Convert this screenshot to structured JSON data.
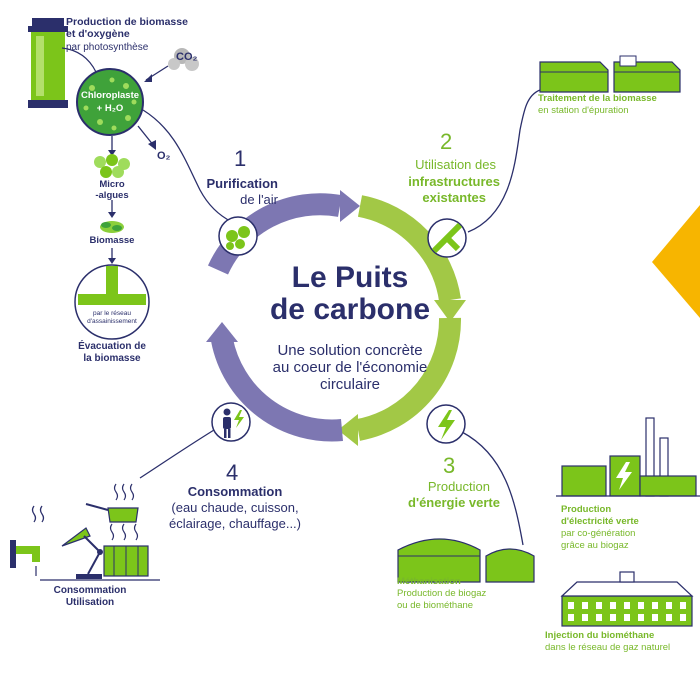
{
  "center": {
    "title_line1": "Le Puits",
    "title_line2": "de carbone",
    "subtitle_line1": "Une solution concrète",
    "subtitle_line2": "au coeur de l'économie",
    "subtitle_line3": "circulaire"
  },
  "steps": [
    {
      "number": "1",
      "title": "Purification",
      "subtitle": "de l'air"
    },
    {
      "number": "2",
      "line1": "Utilisation des",
      "line2": "infrastructures",
      "line3": "existantes"
    },
    {
      "number": "3",
      "line1": "Production",
      "line2": "d'énergie verte"
    },
    {
      "number": "4",
      "title": "Consommation",
      "line2": "(eau chaude, cuisson,",
      "line3": "éclairage, chauffage...)"
    }
  ],
  "bioreactor": {
    "title_line1": "Production de biomasse",
    "title_line2": "et d'oxygène",
    "subtitle": "par photosynthèse",
    "chloroplast_line1": "Chloroplaste",
    "chloroplast_line2": "+ H₂O",
    "co2": "CO₂",
    "o2": "O₂",
    "micro_line1": "Micro",
    "micro_line2": "-algues",
    "biomasse": "Biomasse",
    "pipe_line1": "par le réseau",
    "pipe_line2": "d'assainissement",
    "evac_line1": "Évacuation de",
    "evac_line2": "la biomasse"
  },
  "treatment": {
    "title": "Traitement de la biomasse",
    "subtitle": "en station d'épuration"
  },
  "methanisation": {
    "title": "Méthanisation",
    "line2": "Production de biogaz",
    "line3": "ou de biométhane"
  },
  "electricity": {
    "line1": "Production",
    "line2": "d'électricité verte",
    "line3": "par co-génération",
    "line4": "grâce au biogaz"
  },
  "injection": {
    "title": "Injection du biométhane",
    "subtitle": "dans le réseau de gaz naturel"
  },
  "consumption": {
    "line1": "Consommation",
    "line2": "Utilisation"
  },
  "colors": {
    "navy": "#2b2f6b",
    "purple": "#7d77b2",
    "green": "#9dc640",
    "bright_green": "#7cc51a",
    "yellow": "#f7b500"
  }
}
